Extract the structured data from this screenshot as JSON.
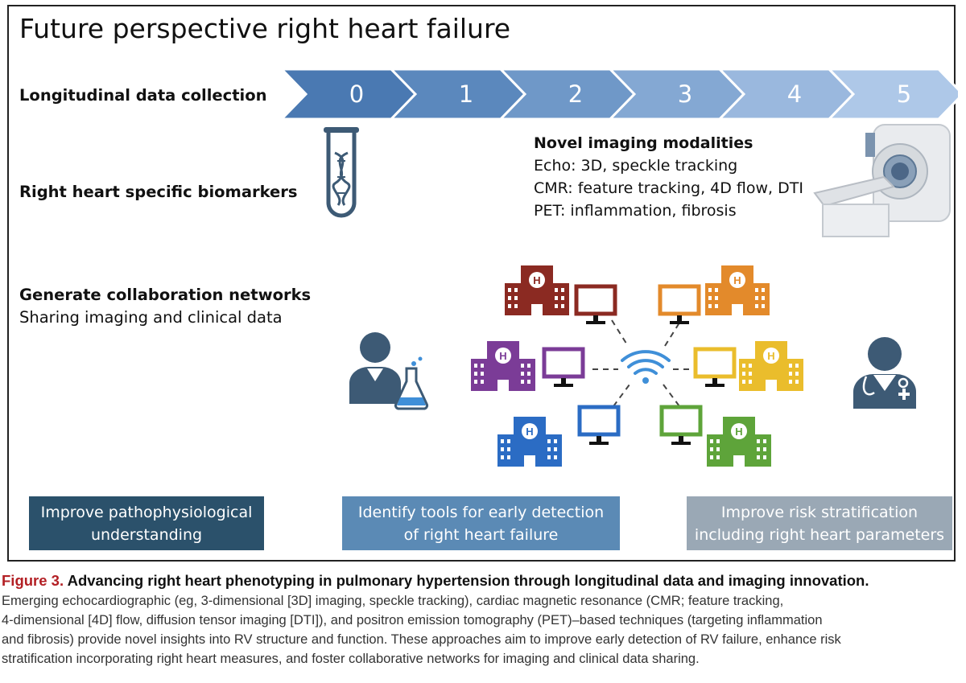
{
  "figure": {
    "title": "Future perspective right heart failure",
    "rows": {
      "longitudinal": "Longitudinal data collection",
      "biomarkers": "Right heart specific biomarkers",
      "networks": "Generate collaboration networks",
      "networks_sub": "Sharing imaging and clinical data"
    },
    "timeline": [
      "0",
      "1",
      "2",
      "3",
      "4",
      "5"
    ],
    "timeline_colors": [
      "#4a79b2",
      "#5b88bd",
      "#6f98c8",
      "#84a8d3",
      "#9ab8de",
      "#aec8e8"
    ],
    "imaging": {
      "heading": "Novel imaging modalities",
      "lines": [
        "Echo: 3D, speckle tracking",
        "CMR: feature tracking, 4D flow, DTI",
        "PET: inflammation, fibrosis"
      ]
    },
    "network_colors": {
      "dark_red": "#8b2a22",
      "purple": "#7b3c97",
      "blue": "#2b6cc4",
      "orange": "#e38a2b",
      "yellow": "#eabd2c",
      "green": "#5ea43a",
      "person": "#3d5a75"
    },
    "boxes": [
      {
        "lines": [
          "Improve pathophysiological",
          "understanding"
        ],
        "color": "#2b516b"
      },
      {
        "lines": [
          "Identify tools for early detection",
          "of right heart failure"
        ],
        "color": "#5b8ab5"
      },
      {
        "lines": [
          "Improve risk stratification",
          "including right heart parameters"
        ],
        "color": "#9aa8b5"
      }
    ]
  },
  "caption": {
    "label": "Figure 3.",
    "title": "Advancing right heart phenotyping in pulmonary hypertension through longitudinal data and imaging innovation.",
    "lines": [
      "Emerging echocardiographic (eg, 3-dimensional [3D] imaging, speckle tracking), cardiac magnetic resonance (CMR; feature tracking,",
      "4-dimensional [4D] flow, diffusion tensor imaging [DTI]), and positron emission tomography (PET)–based techniques (targeting inflammation",
      "and fibrosis) provide novel insights into RV structure and function. These approaches aim to improve early detection of RV failure, enhance risk",
      "stratification incorporating right heart measures, and foster collaborative networks for imaging and clinical data sharing."
    ]
  }
}
